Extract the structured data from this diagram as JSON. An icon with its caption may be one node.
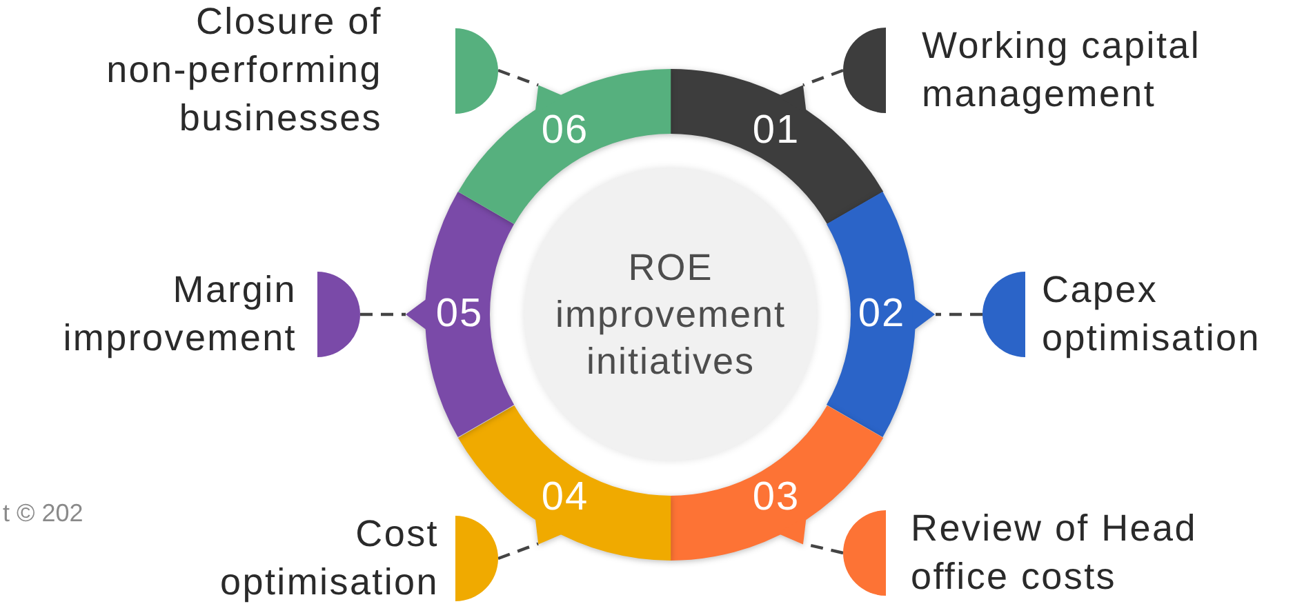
{
  "diagram": {
    "nodes": [
      {
        "text": [
          "ROE improvement initiatives"
        ]
      },
      {
        "text": [
          "01"
        ]
      },
      {
        "text": [
          "02"
        ]
      },
      {
        "text": [
          "03"
        ]
      },
      {
        "text": [
          "04"
        ]
      },
      {
        "text": [
          "05"
        ]
      },
      {
        "text": [
          "06"
        ]
      },
      {
        "text": [
          "Working capital management"
        ]
      },
      {
        "text": [
          "Capex optimisation"
        ]
      },
      {
        "text": [
          "Review of Head office costs"
        ]
      },
      {
        "text": [
          "Cost optimisation"
        ]
      },
      {
        "text": [
          "Margin improvement"
        ]
      },
      {
        "text": [
          "Closure of non-performing businesses"
        ]
      }
    ],
    "edges": [
      {
        "from": 7,
        "to": 1,
        "arrow": "none",
        "style": "dashed"
      },
      {
        "from": 8,
        "to": 2,
        "arrow": "none",
        "style": "dashed"
      },
      {
        "from": 9,
        "to": 3,
        "arrow": "none",
        "style": "dashed"
      },
      {
        "from": 10,
        "to": 4,
        "arrow": "none",
        "style": "dashed"
      },
      {
        "from": 11,
        "to": 5,
        "arrow": "none",
        "style": "dashed"
      },
      {
        "from": 12,
        "to": 6,
        "arrow": "none",
        "style": "dashed"
      }
    ],
    "labels": [
      "t © 202"
    ]
  }
}
